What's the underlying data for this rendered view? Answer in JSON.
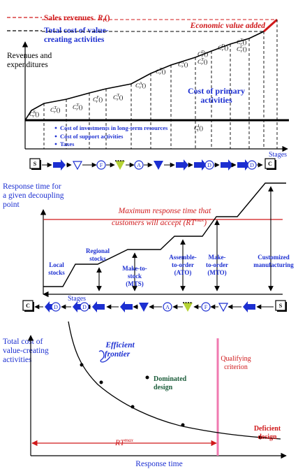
{
  "top": {
    "legend_sales": "Sales revenues",
    "legend_sales_sym": "R",
    "legend_sales_sub": "t",
    "legend_sales_paren": "()",
    "legend_total_1": "Total cost of value-",
    "legend_total_2": "creating activities",
    "eva": "Economic value added",
    "y_label_1": "Revenues and",
    "y_label_2": "expenditures",
    "primary_1": "Cost of primary",
    "primary_2": "activities",
    "bullets": [
      "Cost of investments in long-term resources",
      "Cost of support activities",
      "Taxes"
    ],
    "invest_sym": "C",
    "invest_sup": "I",
    "invest_sub": "t",
    "invest_paren": "()",
    "x_label": "Stages",
    "cost_sym": "C",
    "cost_sub": "r",
    "cost_paren": "()",
    "cost_sups": [
      "S",
      "T",
      "T",
      "F",
      "T",
      "A",
      "T",
      "T",
      "D",
      "T",
      "D",
      "T",
      "C"
    ]
  },
  "middle": {
    "y_label_1": "Response time for",
    "y_label_2": "a given decoupling",
    "y_label_3": "point",
    "max_1": "Maximum response time that",
    "max_2": "customers will accept (",
    "max_sym": "RT",
    "max_sup": "max",
    "max_close": ")",
    "x_label": "Stages",
    "points": [
      [
        "Local",
        "stocks"
      ],
      [
        "Regional",
        "stocks"
      ],
      [
        "Make-to-",
        "stock",
        "(MTS)"
      ],
      [
        "Assemble-",
        "to-order",
        "(ATO)"
      ],
      [
        "Make-",
        "to-order",
        "(MTO)"
      ],
      [
        "Customized",
        "manufacturing"
      ]
    ]
  },
  "bottom": {
    "y_label_1": "Total cost of",
    "y_label_2": "value-creating",
    "y_label_3": "activities",
    "frontier_1": "Efficient",
    "frontier_2": "frontier",
    "dominated_1": "Dominated",
    "dominated_2": "design",
    "qualifying_1": "Qualifying",
    "qualifying_2": "criterion",
    "deficient_1": "Deficient",
    "deficient_2": "design",
    "rt_sym": "RT",
    "rt_sup": "max",
    "x_label": "Response time"
  },
  "chain": {
    "supplier": "S",
    "customer": "C",
    "sequence": [
      "S",
      "T",
      "T",
      "F",
      "T",
      "A",
      "T",
      "T",
      "D",
      "T",
      "D",
      "C"
    ]
  },
  "colors": {
    "red": "#d0191b",
    "blue": "#1c2fd1",
    "green_text": "#1d5e3c",
    "yellow_green": "#b5d334",
    "pink": "#f07ab0"
  }
}
